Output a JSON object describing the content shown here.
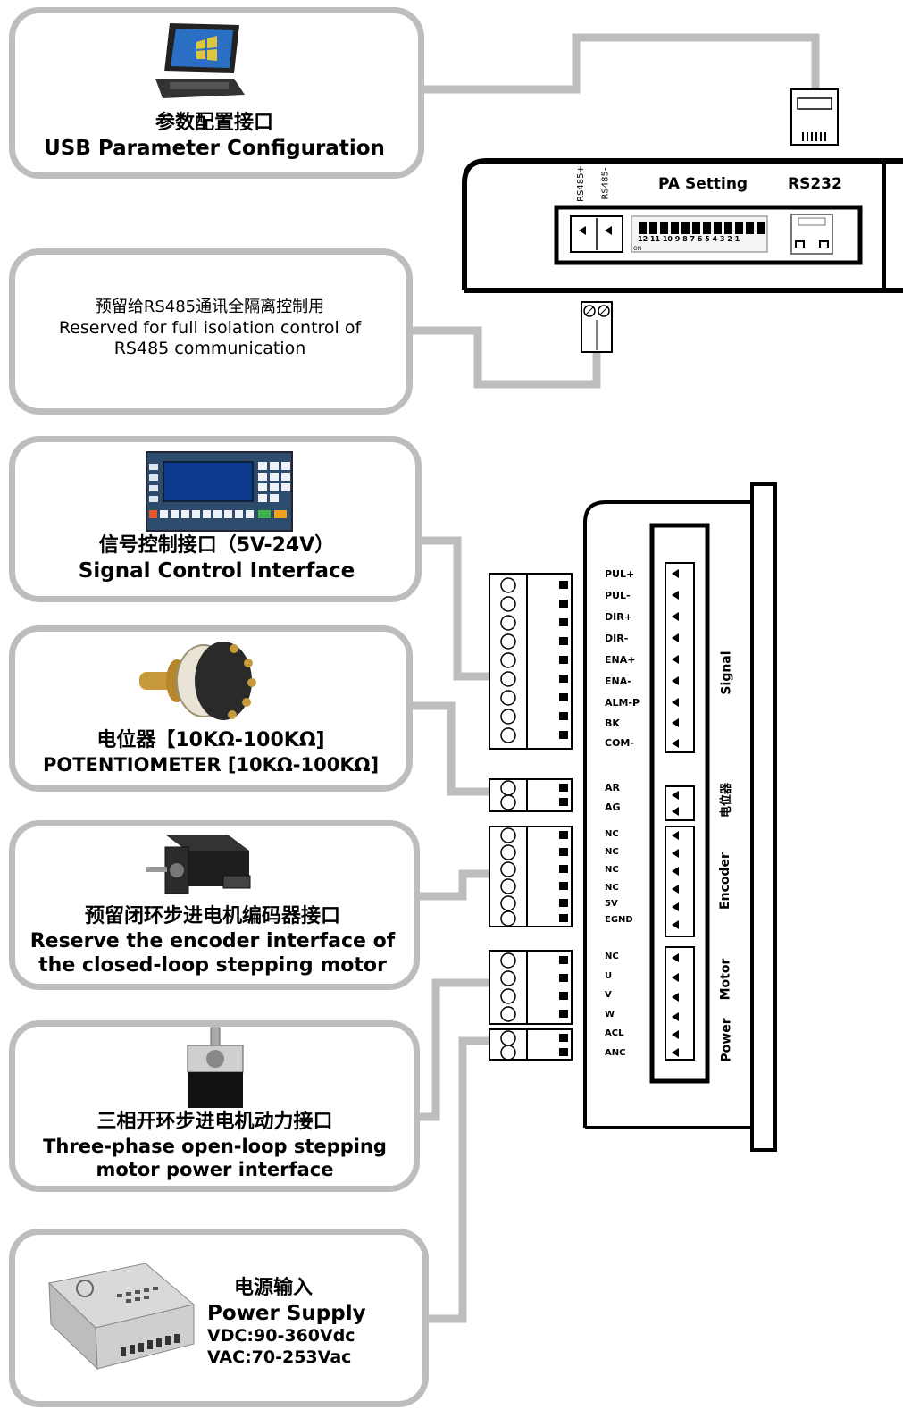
{
  "usb": {
    "cn": "参数配置接口",
    "en": "USB Parameter Configuration"
  },
  "rs485": {
    "cn": "预留给RS485通讯全隔离控制用",
    "en1": "Reserved for full isolation control of",
    "en2": "RS485 communication"
  },
  "signal_ctrl": {
    "cn": "信号控制接口（5V-24V）",
    "en": "Signal Control Interface"
  },
  "pot": {
    "cn": "电位器【10KΩ-100KΩ]",
    "en": "POTENTIOMETER [10KΩ-100KΩ]"
  },
  "encoder": {
    "cn": "预留闭环步进电机编码器接口",
    "en1": "Reserve the encoder interface of",
    "en2": "the closed-loop stepping motor"
  },
  "motor": {
    "cn": "三相开环步进电机动力接口",
    "en1": "Three-phase open-loop stepping",
    "en2": "motor power interface"
  },
  "power": {
    "cn": "电源输入",
    "en": "Power Supply",
    "dc": "VDC:90-360Vdc",
    "ac": "VAC:70-253Vac"
  },
  "top_panel": {
    "rs485p": "RS485+",
    "rs485n": "RS485-",
    "pa": "PA Setting",
    "rs232": "RS232",
    "dip_numbers": "12 11 10 9 8 7 6 5 4 3 2 1",
    "dip_on": "ON"
  },
  "pins": {
    "signal": [
      "PUL+",
      "PUL-",
      "DIR+",
      "DIR-",
      "ENA+",
      "ENA-",
      "ALM-P",
      "BK",
      "COM-"
    ],
    "pot": [
      "AR",
      "AG"
    ],
    "encoder": [
      "NC",
      "NC",
      "NC",
      "NC",
      "5V",
      "EGND"
    ],
    "motor": [
      "NC",
      "U",
      "V",
      "W"
    ],
    "power": [
      "ACL",
      "ANC"
    ]
  },
  "side_labels": {
    "signal": "Signal",
    "pot": "电位器",
    "encoder": "Encoder",
    "motor": "Motor",
    "power": "Power"
  }
}
